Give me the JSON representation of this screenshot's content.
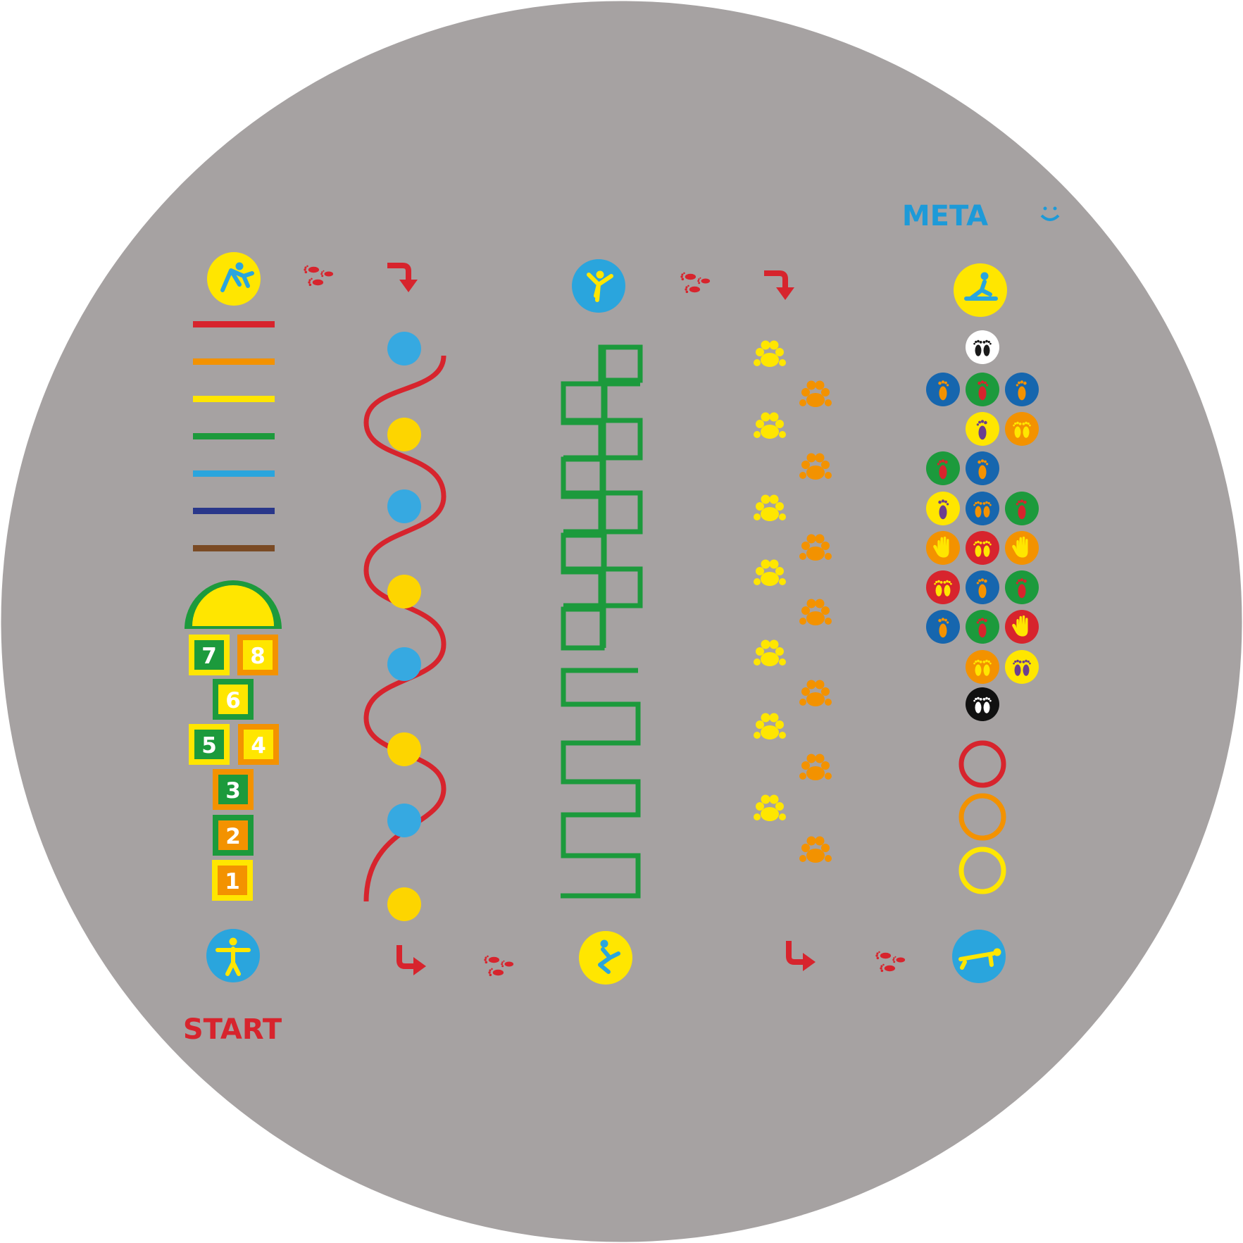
{
  "labels": {
    "start": "START",
    "meta": "META"
  },
  "hopscotch": {
    "numbers": [
      "1",
      "2",
      "3",
      "4",
      "5",
      "6",
      "7",
      "8"
    ]
  },
  "colors": {
    "ground": "#a6a2a2",
    "red": "#d7242d",
    "orange": "#f39200",
    "yellow": "#ffe600",
    "green": "#1c9a3c",
    "lightblue": "#2aa5dd",
    "navy": "#29378a",
    "brown": "#7a4a24",
    "blue": "#1666ae",
    "dots_blue": "#36a9e1",
    "dots_yellow": "#fdd500",
    "meta_blue": "#1d9ad8"
  },
  "balance_lines": [
    "red",
    "orange",
    "yellow",
    "green",
    "lightblue",
    "navy",
    "brown"
  ],
  "wave_dots": [
    "dots_blue",
    "dots_yellow",
    "dots_blue",
    "dots_yellow",
    "dots_blue",
    "dots_yellow",
    "dots_blue",
    "dots_yellow"
  ],
  "twister_rows": [
    [
      {
        "bg": "white",
        "mark": "feet-pair",
        "ink": "black"
      }
    ],
    [
      {
        "bg": "blue",
        "mark": "foot-right",
        "ink": "orange"
      },
      {
        "bg": "green",
        "mark": "foot-right",
        "ink": "red"
      },
      {
        "bg": "blue",
        "mark": "foot-left",
        "ink": "orange"
      }
    ],
    [
      null,
      {
        "bg": "yellow",
        "mark": "foot-left",
        "ink": "purple"
      },
      {
        "bg": "orange",
        "mark": "feet-pair",
        "ink": "yellow"
      }
    ],
    [
      {
        "bg": "green",
        "mark": "foot-left",
        "ink": "red"
      },
      {
        "bg": "blue",
        "mark": "foot-right",
        "ink": "orange"
      },
      null
    ],
    [
      {
        "bg": "yellow",
        "mark": "foot-right",
        "ink": "purple"
      },
      {
        "bg": "blue",
        "mark": "feet-pair",
        "ink": "orange"
      },
      {
        "bg": "green",
        "mark": "foot-left",
        "ink": "red"
      }
    ],
    [
      {
        "bg": "orange",
        "mark": "hand",
        "ink": "yellow"
      },
      {
        "bg": "red",
        "mark": "feet-pair",
        "ink": "yellow"
      },
      {
        "bg": "orange",
        "mark": "hand",
        "ink": "yellow"
      }
    ],
    [
      {
        "bg": "red",
        "mark": "feet-pair",
        "ink": "yellow"
      },
      {
        "bg": "blue",
        "mark": "foot-left",
        "ink": "orange"
      },
      {
        "bg": "green",
        "mark": "foot-left",
        "ink": "red"
      }
    ],
    [
      {
        "bg": "blue",
        "mark": "foot-right",
        "ink": "orange"
      },
      {
        "bg": "green",
        "mark": "foot-left",
        "ink": "red"
      },
      {
        "bg": "red",
        "mark": "hand",
        "ink": "yellow"
      }
    ],
    [
      null,
      {
        "bg": "orange",
        "mark": "feet-pair",
        "ink": "yellow"
      },
      {
        "bg": "yellow",
        "mark": "feet-pair",
        "ink": "purple"
      }
    ],
    [
      {
        "bg": "black",
        "mark": "feet-pair",
        "ink": "white"
      }
    ]
  ],
  "rings": [
    "red",
    "orange",
    "yellow"
  ],
  "exercise_badges": [
    {
      "name": "stretch-figure-icon",
      "bg": "yellow",
      "fg": "lightblue"
    },
    {
      "name": "yoga-pose-icon",
      "bg": "lightblue",
      "fg": "yellow"
    },
    {
      "name": "sit-up-figure-icon",
      "bg": "yellow",
      "fg": "lightblue"
    },
    {
      "name": "standing-figure-icon",
      "bg": "lightblue",
      "fg": "yellow"
    },
    {
      "name": "squat-figure-icon",
      "bg": "yellow",
      "fg": "lightblue"
    },
    {
      "name": "plank-figure-icon",
      "bg": "lightblue",
      "fg": "yellow"
    }
  ]
}
